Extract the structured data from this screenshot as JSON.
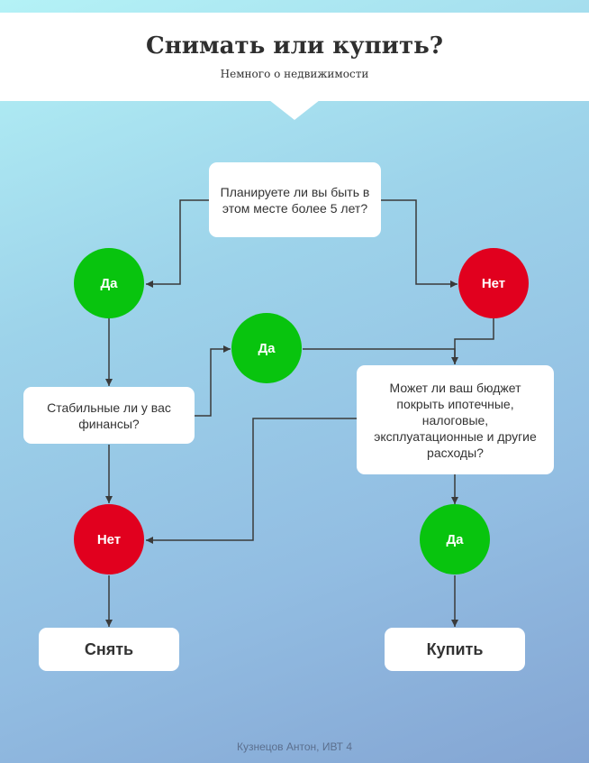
{
  "header": {
    "title": "Снимать или купить?",
    "subtitle": "Немного о недвижимости"
  },
  "nodes": {
    "q1": "Планируете ли вы быть в этом месте более 5 лет?",
    "yes1": "Да",
    "no1": "Нет",
    "yes2": "Да",
    "q2": "Стабильные ли у вас финансы?",
    "q3": "Может ли ваш бюджет покрыть ипотечные, налоговые, эксплуатационные и другие расходы?",
    "no2": "Нет",
    "yes3": "Да",
    "rent": "Снять",
    "buy": "Купить"
  },
  "footer": "Кузнецов Антон, ИВТ 4",
  "colors": {
    "yes": "#08c40e",
    "no": "#e1001e",
    "connector": "#3a3a3a"
  }
}
